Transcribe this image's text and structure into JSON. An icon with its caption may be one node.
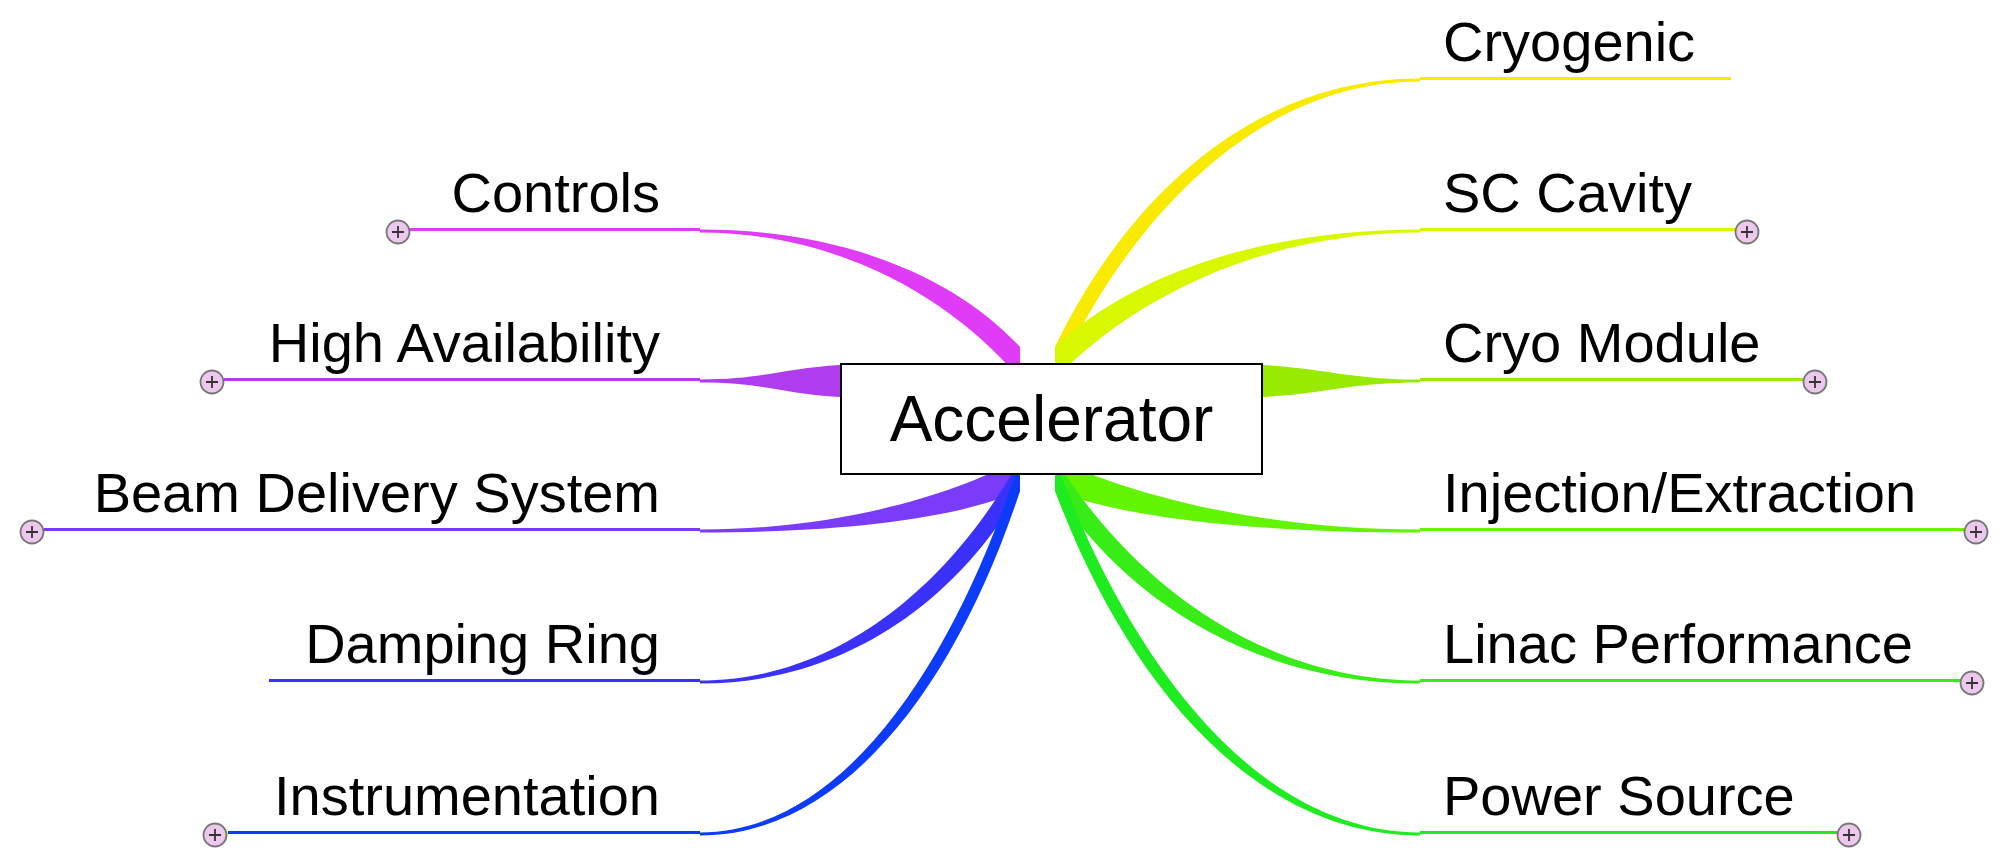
{
  "diagram": {
    "nodes": [
      {
        "text": [
          "Accelerator"
        ]
      },
      {
        "text": [
          "Controls"
        ]
      },
      {
        "text": [
          "High Availability"
        ]
      },
      {
        "text": [
          "Beam Delivery System"
        ]
      },
      {
        "text": [
          "Damping Ring"
        ]
      },
      {
        "text": [
          "Instrumentation"
        ]
      },
      {
        "text": [
          "Cryogenic"
        ]
      },
      {
        "text": [
          "SC Cavity"
        ]
      },
      {
        "text": [
          "Cryo Module"
        ]
      },
      {
        "text": [
          "Injection/Extraction"
        ]
      },
      {
        "text": [
          "Linac Performance"
        ]
      },
      {
        "text": [
          "Power Source"
        ]
      }
    ],
    "edges": [
      {
        "from": 0,
        "to": 1,
        "arrow": "none",
        "color": "#e03cf8"
      },
      {
        "from": 0,
        "to": 2,
        "arrow": "none",
        "color": "#b03cf0"
      },
      {
        "from": 0,
        "to": 3,
        "arrow": "none",
        "color": "#7a3cfa"
      },
      {
        "from": 0,
        "to": 4,
        "arrow": "none",
        "color": "#3a32fa"
      },
      {
        "from": 0,
        "to": 5,
        "arrow": "none",
        "color": "#0c3cfa"
      },
      {
        "from": 0,
        "to": 6,
        "arrow": "none",
        "color": "#f8ea00"
      },
      {
        "from": 0,
        "to": 7,
        "arrow": "none",
        "color": "#d8f800"
      },
      {
        "from": 0,
        "to": 8,
        "arrow": "none",
        "color": "#98ea00"
      },
      {
        "from": 0,
        "to": 9,
        "arrow": "none",
        "color": "#62f400"
      },
      {
        "from": 0,
        "to": 10,
        "arrow": "none",
        "color": "#38ec18"
      },
      {
        "from": 0,
        "to": 11,
        "arrow": "none",
        "color": "#1eec20"
      }
    ]
  }
}
